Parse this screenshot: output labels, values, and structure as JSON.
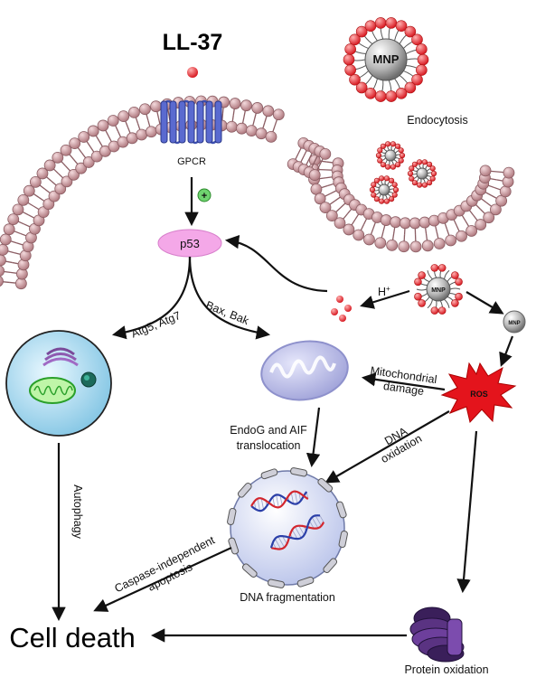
{
  "title": "LL-37",
  "labels": {
    "mnp_large": "MNP",
    "endocytosis": "Endocytosis",
    "gpcr": "GPCR",
    "plus": "+",
    "p53": "p53",
    "h_plus": "H",
    "h_plus_sup": "+",
    "mnp_mid": "MNP",
    "mnp_small": "MNP",
    "atg": "Atg5, Atg7",
    "bax": "Bax, Bak",
    "mito_damage_1": "Mitochondrial",
    "mito_damage_2": "damage",
    "ros": "ROS",
    "endog_1": "EndoG and AIF",
    "endog_2": "translocation",
    "dna_ox_1": "DNA",
    "dna_ox_2": "oxidation",
    "autophagy": "Autophagy",
    "caspase_1": "Caspase-independent",
    "caspase_2": "apoptosis",
    "dna_frag": "DNA fragmentation",
    "cell_death": "Cell death",
    "protein_ox": "Protein oxidation"
  },
  "colors": {
    "membrane": "#c9959b",
    "membrane_stroke": "#8a5c62",
    "mnp_coat": "#e8262f",
    "p53_fill": "#f4a8e8",
    "gpcr": "#3c4fb0",
    "ros": "#e4141c",
    "mito": "#b6b8e6",
    "cell": "#9fd3ea",
    "nucleus": "#dde3f6",
    "proteasome": "#4a2a6e"
  }
}
